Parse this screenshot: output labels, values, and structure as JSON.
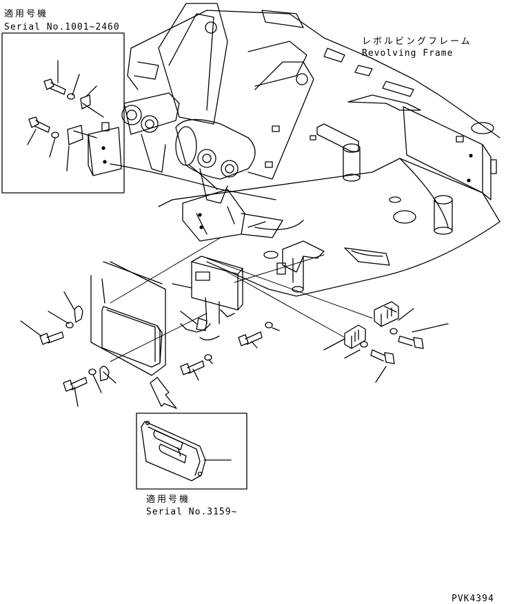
{
  "inset_top": {
    "applicable_jp": "適用号機",
    "serial": "Serial No.1001~2460"
  },
  "frame_label": {
    "jp": "レボルビングフレーム",
    "en": "Revolving Frame"
  },
  "inset_bottom": {
    "applicable_jp": "適用号機",
    "serial": "Serial No.3159~"
  },
  "drawing_code": "PVK4394",
  "colors": {
    "line": "#000000",
    "background": "#ffffff"
  }
}
